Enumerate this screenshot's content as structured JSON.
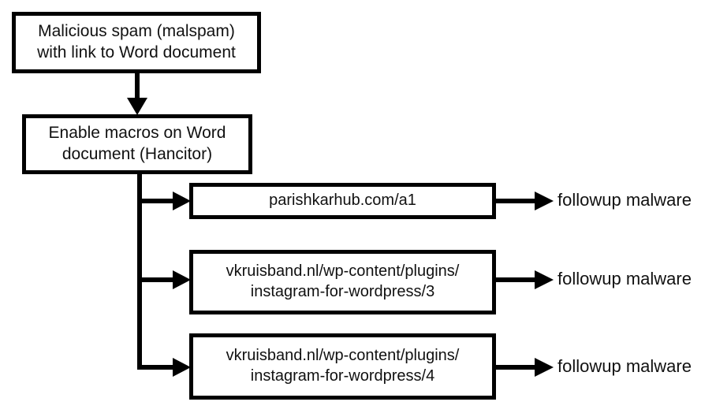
{
  "nodes": {
    "malspam": {
      "line1": "Malicious spam (malspam)",
      "line2": "with link to Word document"
    },
    "macros": {
      "line1": "Enable macros on Word",
      "line2": "document (Hancitor)"
    },
    "url1": {
      "line1": "parishkarhub.com/a1"
    },
    "url2": {
      "line1": "vkruisband.nl/wp-content/plugins/",
      "line2": "instagram-for-wordpress/3"
    },
    "url3": {
      "line1": "vkruisband.nl/wp-content/plugins/",
      "line2": "instagram-for-wordpress/4"
    }
  },
  "outcomes": [
    "followup malware",
    "followup malware",
    "followup malware"
  ],
  "colors": {
    "stroke": "#000000",
    "text": "#111111",
    "background": "#ffffff"
  }
}
